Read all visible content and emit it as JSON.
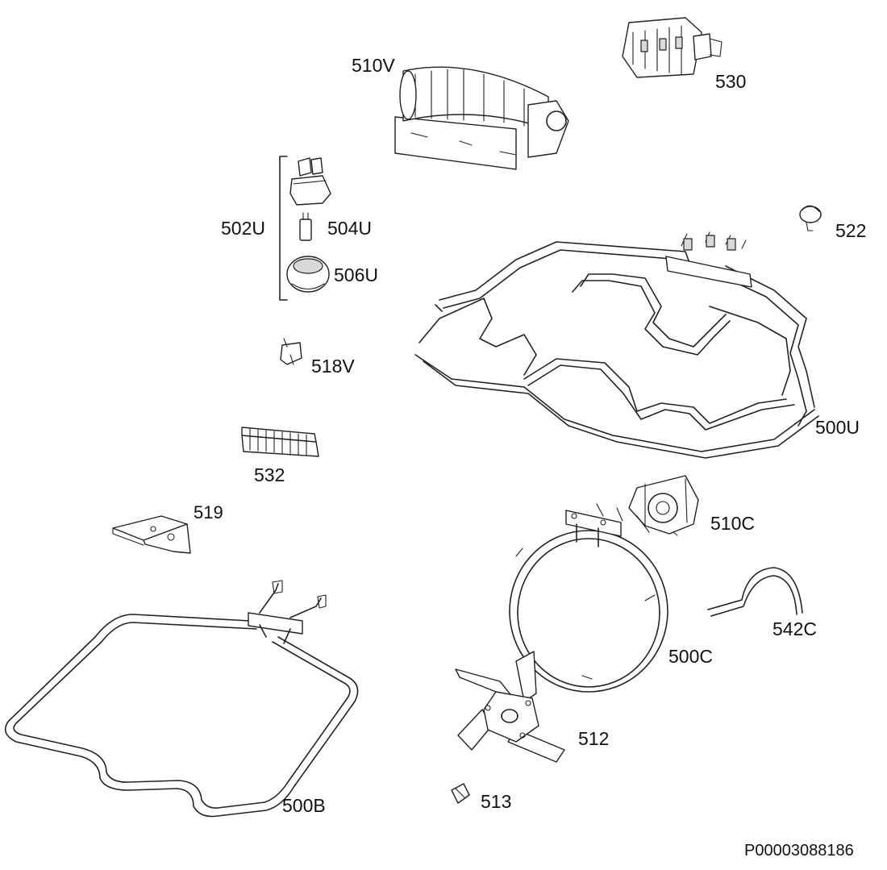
{
  "diagram": {
    "reference_code": "P00003088186",
    "parts": {
      "p510V": "510V",
      "p530": "530",
      "p502U": "502U",
      "p504U": "504U",
      "p506U": "506U",
      "p522": "522",
      "p518V": "518V",
      "p500U": "500U",
      "p532": "532",
      "p519": "519",
      "p510C": "510C",
      "p542C": "542C",
      "p500C": "500C",
      "p512": "512",
      "p513": "513",
      "p500B": "500B"
    },
    "colors": {
      "line": "#222222",
      "background": "#ffffff",
      "shade": "#d9d9d9"
    }
  }
}
